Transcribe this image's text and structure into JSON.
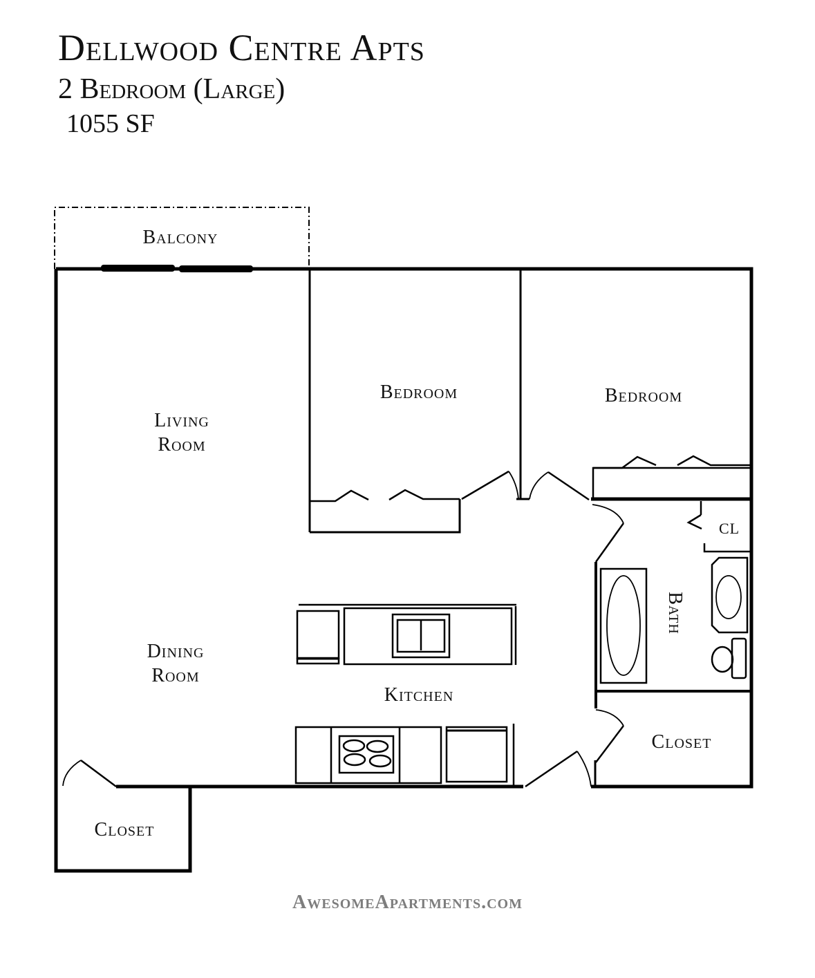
{
  "header": {
    "title": "Dellwood Centre Apts",
    "subtitle": "2 Bedroom (Large)",
    "area": "1055 SF"
  },
  "rooms": {
    "balcony": "Balcony",
    "living_line1": "Living",
    "living_line2": "Room",
    "bedroom1": "Bedroom",
    "bedroom2": "Bedroom",
    "closet_small": "CL",
    "bath": "Bath",
    "dining_line1": "Dining",
    "dining_line2": "Room",
    "kitchen": "Kitchen",
    "closet_right": "Closet",
    "closet_left": "Closet"
  },
  "footer": {
    "website": "AwesomeApartments.com"
  }
}
